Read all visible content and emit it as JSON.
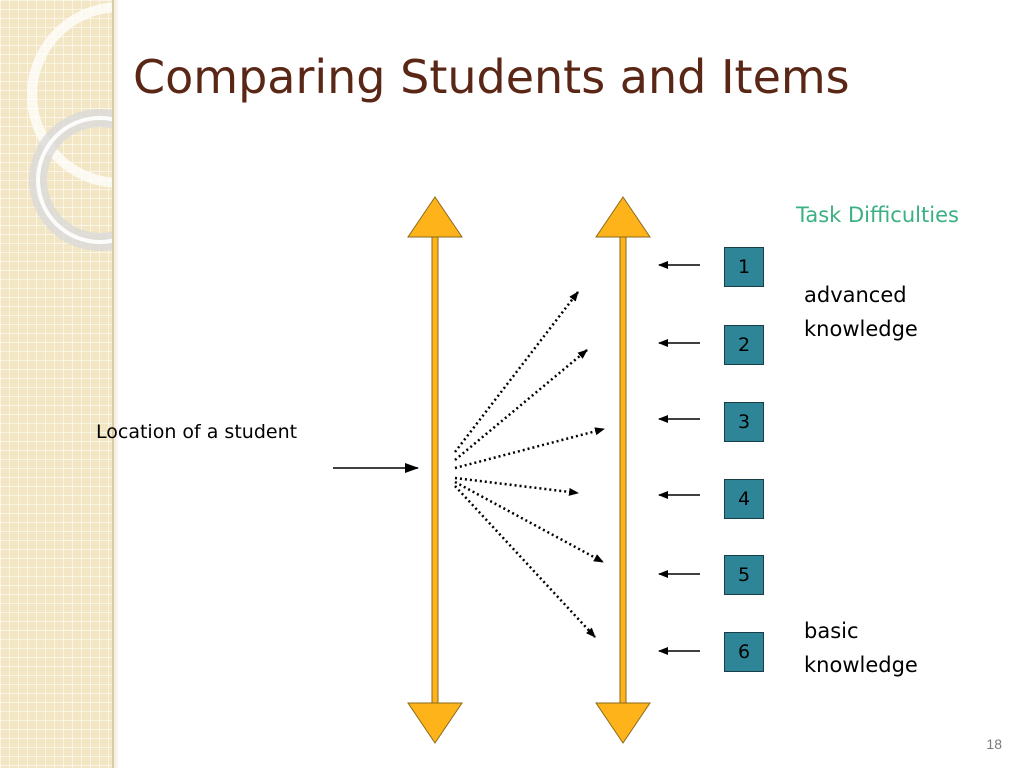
{
  "slide": {
    "title": "Comparing Students and Items",
    "page_number": "18"
  },
  "diagram": {
    "task_header": "Task Difficulties",
    "student_label": "Location of a student",
    "advanced": [
      "advanced",
      "knowledge"
    ],
    "basic": [
      "basic",
      "knowledge"
    ],
    "items": [
      "1",
      "2",
      "3",
      "4",
      "5",
      "6"
    ]
  },
  "colors": {
    "title": "#5a2716",
    "arrow_fill": "#ffb31a",
    "arrow_stroke": "#8a6a1a",
    "item_box": "#2e8598",
    "task_header": "#3bb081",
    "sidebar": "#f3e6c4"
  }
}
